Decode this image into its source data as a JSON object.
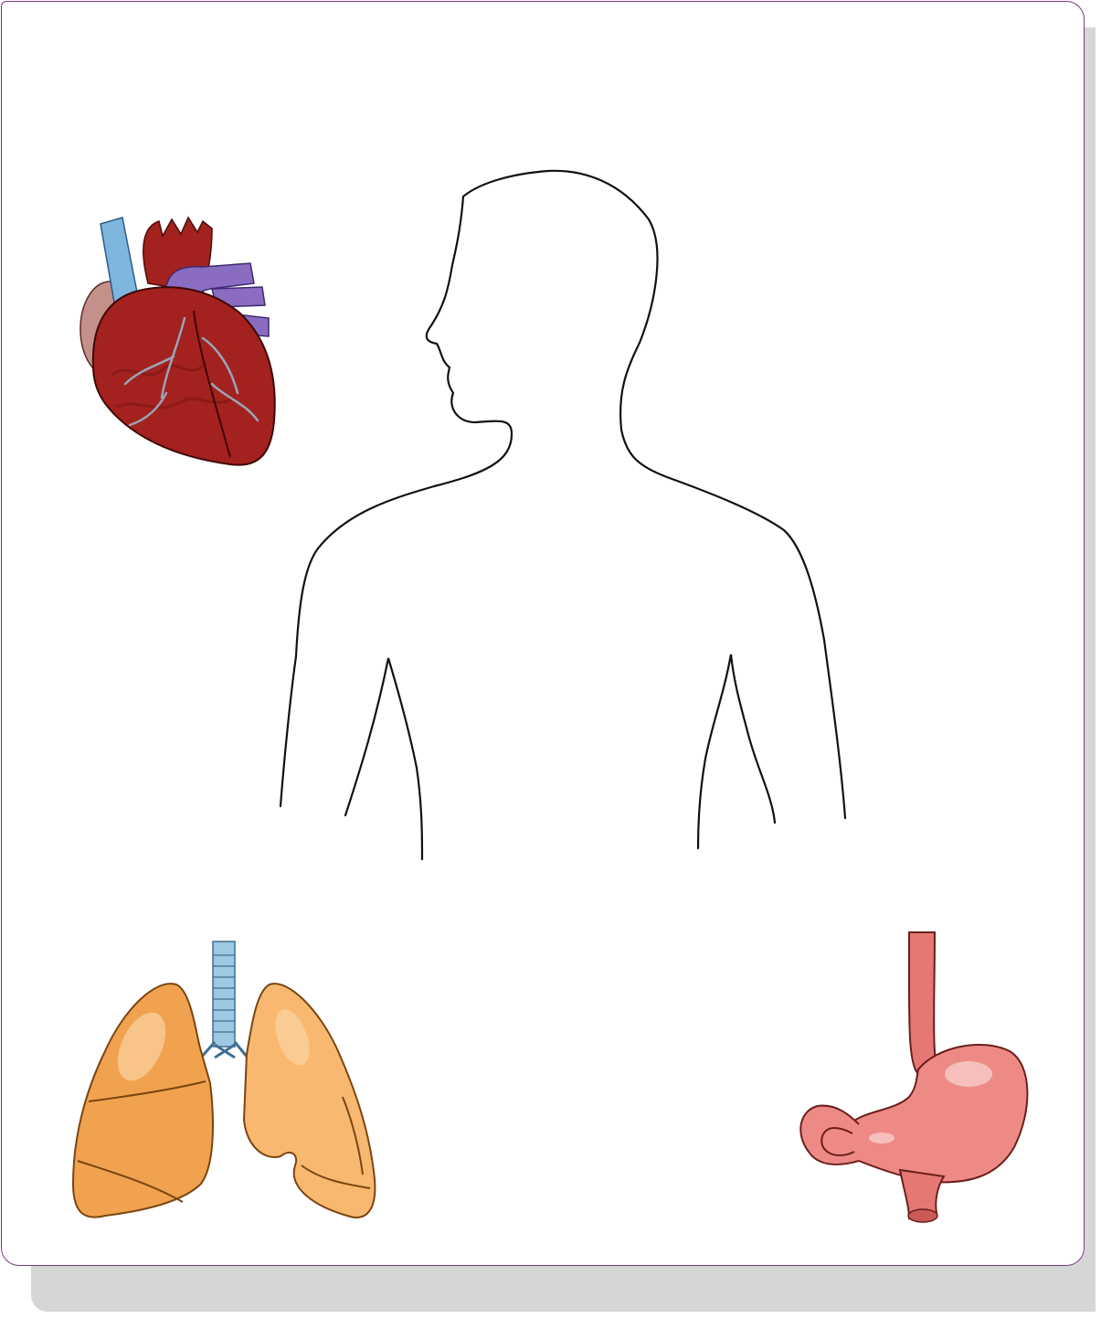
{
  "canvas": {
    "border_color": "#7b3a86",
    "shadow_color": "#d6d6d6",
    "background": "#ffffff"
  },
  "figures": [
    {
      "key": "human",
      "icon": "human-torso-outline-icon"
    },
    {
      "key": "heart",
      "icon": "heart-organ-icon",
      "colors": {
        "muscle": "#a3211f",
        "vein": "#7fb6de",
        "vessel": "#8a6cc2",
        "atrium": "#c4908a"
      }
    },
    {
      "key": "lungs",
      "icon": "lungs-organ-icon",
      "colors": {
        "lobe": "#f0a24f",
        "trachea": "#9ec9e3"
      }
    },
    {
      "key": "stomach",
      "icon": "stomach-organ-icon",
      "colors": {
        "wall": "#ee8a86",
        "esophagus": "#e57873"
      }
    }
  ]
}
